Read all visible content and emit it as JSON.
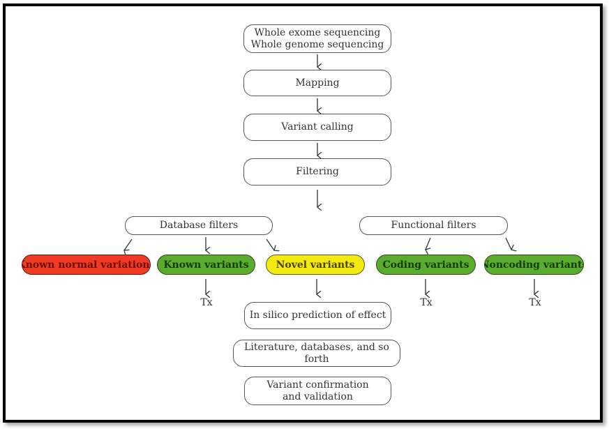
{
  "diagram": {
    "pipeline": [
      {
        "id": "sequencing",
        "lines": [
          "Whole exome sequencing",
          "Whole genome sequencing"
        ]
      },
      {
        "id": "mapping",
        "lines": [
          "Mapping"
        ]
      },
      {
        "id": "variant-calling",
        "lines": [
          "Variant calling"
        ]
      },
      {
        "id": "filtering",
        "lines": [
          "Filtering"
        ]
      }
    ],
    "filter_groups": [
      {
        "id": "database-filters",
        "label": "Database filters"
      },
      {
        "id": "functional-filters",
        "label": "Functional filters"
      }
    ],
    "outcomes": [
      {
        "id": "known-normal-variations",
        "label": "Known normal variations",
        "color": "#f03a22",
        "group": "database-filters",
        "next": null
      },
      {
        "id": "known-variants",
        "label": "Known variants",
        "color": "#5aac2e",
        "group": "database-filters",
        "next": "Tx"
      },
      {
        "id": "novel-variants",
        "label": "Novel variants",
        "color": "#f2ea10",
        "group": "database-filters",
        "next": "in-silico"
      },
      {
        "id": "coding-variants",
        "label": "Coding variants",
        "color": "#5aac2e",
        "group": "functional-filters",
        "next": "Tx"
      },
      {
        "id": "noncoding-variants",
        "label": "Noncoding variants",
        "color": "#5aac2e",
        "group": "functional-filters",
        "next": "Tx"
      }
    ],
    "treatment_label": "Tx",
    "followup": [
      {
        "id": "in-silico",
        "lines": [
          "In silico prediction of effect"
        ]
      },
      {
        "id": "literature",
        "lines": [
          "Literature, databases, and so forth"
        ]
      },
      {
        "id": "confirmation",
        "lines": [
          "Variant confirmation",
          "and validation"
        ]
      }
    ]
  }
}
